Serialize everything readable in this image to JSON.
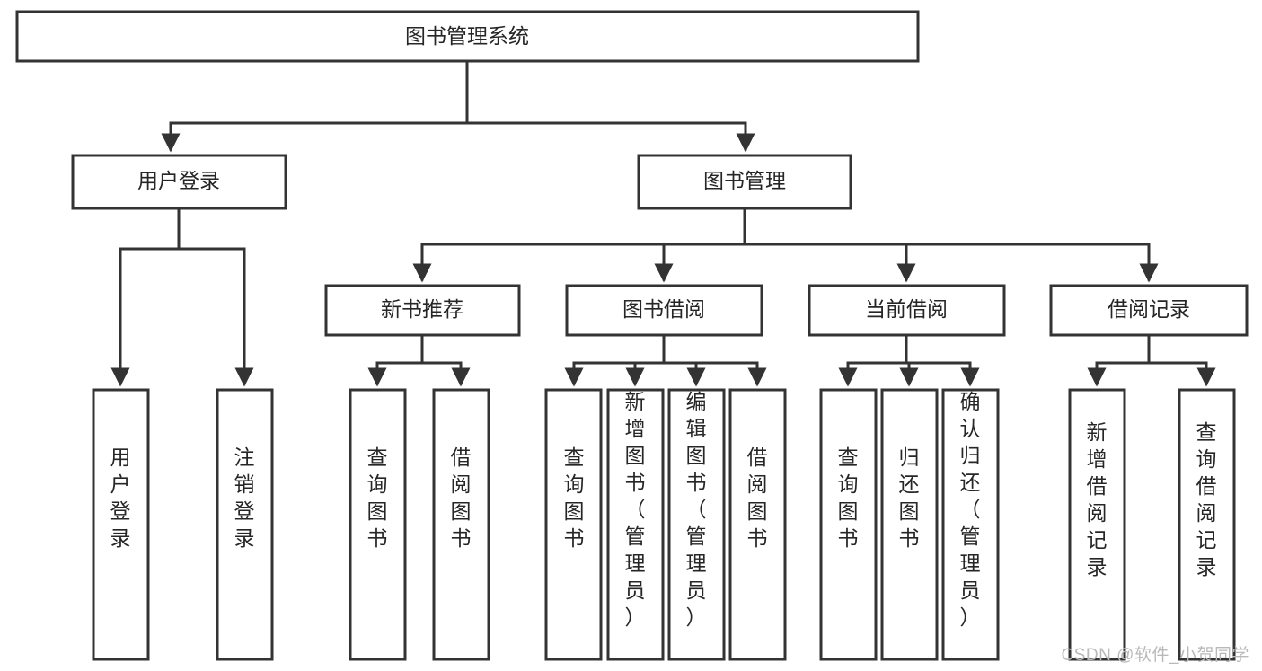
{
  "diagram": {
    "type": "tree-hierarchy",
    "title": "图书管理系统",
    "watermark": "CSDN @软件_小贺同学",
    "colors": {
      "stroke": "#333333",
      "fill": "#ffffff",
      "text": "#262626",
      "watermark": "#b9b9b9"
    },
    "levels": {
      "root": {
        "label": "图书管理系统"
      },
      "level1": [
        {
          "id": "user-login",
          "label": "用户登录"
        },
        {
          "id": "book-manage",
          "label": "图书管理"
        }
      ],
      "level2": [
        {
          "id": "new-book-recommend",
          "label": "新书推荐",
          "parent": "book-manage"
        },
        {
          "id": "book-borrow",
          "label": "图书借阅",
          "parent": "book-manage"
        },
        {
          "id": "current-borrow",
          "label": "当前借阅",
          "parent": "book-manage"
        },
        {
          "id": "borrow-record",
          "label": "借阅记录",
          "parent": "book-manage"
        }
      ],
      "leaves": {
        "user-login": [
          {
            "id": "leaf-user-login",
            "label": "用户登录"
          },
          {
            "id": "leaf-user-logout",
            "label": "注销登录"
          }
        ],
        "new-book-recommend": [
          {
            "id": "leaf-query-book-1",
            "label": "查询图书"
          },
          {
            "id": "leaf-borrow-book-1",
            "label": "借阅图书"
          }
        ],
        "book-borrow": [
          {
            "id": "leaf-query-book-2",
            "label": "查询图书"
          },
          {
            "id": "leaf-add-book",
            "label": "新增图书（管理员）"
          },
          {
            "id": "leaf-edit-book",
            "label": "编辑图书（管理员）"
          },
          {
            "id": "leaf-borrow-book-2",
            "label": "借阅图书"
          }
        ],
        "current-borrow": [
          {
            "id": "leaf-query-book-3",
            "label": "查询图书"
          },
          {
            "id": "leaf-return-book",
            "label": "归还图书"
          },
          {
            "id": "leaf-confirm-return",
            "label": "确认归还（管理员）"
          }
        ],
        "borrow-record": [
          {
            "id": "leaf-add-record",
            "label": "新增借阅记录"
          },
          {
            "id": "leaf-query-record",
            "label": "查询借阅记录"
          }
        ]
      }
    }
  }
}
